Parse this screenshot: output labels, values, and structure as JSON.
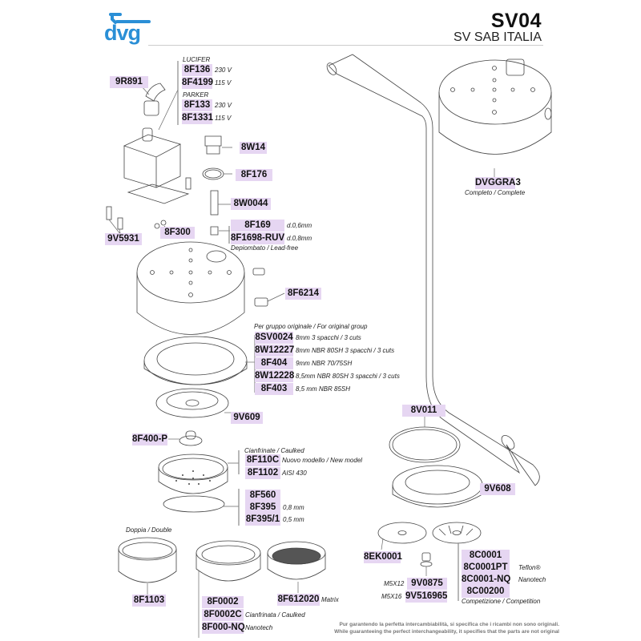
{
  "header": {
    "brand": "dvg",
    "brand_color": "#2a8fd6",
    "model": "SV04",
    "manufacturer": "SV SAB ITALIA"
  },
  "valve_group": {
    "lucifer_label": "LUCIFER",
    "parker_label": "PARKER",
    "items": [
      {
        "code": "8F136",
        "note": "230 V"
      },
      {
        "code": "8F4199",
        "note": "115 V"
      },
      {
        "code": "8F133",
        "note": "230 V"
      },
      {
        "code": "8F1331",
        "note": "115 V"
      }
    ]
  },
  "parts": {
    "p9R891": "9R891",
    "p8W14": "8W14",
    "p8F176": "8F176",
    "p8W0044": "8W0044",
    "p8F169": {
      "code": "8F169",
      "note": "d.0,6mm"
    },
    "p8F1698": {
      "code": "8F1698-RUV",
      "note": "d.0,8mm"
    },
    "lead_free_note": "Depiombato / Lead-free",
    "p9V5931": "9V5931",
    "p8F300": "8F300",
    "p8F6214": "8F6214",
    "p9V609": "9V609",
    "p8F400P": "8F400-P",
    "dvggra3": {
      "code": "DVGGRA3",
      "note": "Completo / Complete"
    },
    "p8V011": "8V011",
    "p9V608": "9V608",
    "p8EK0001": "8EK0001",
    "p8F1103": "8F1103",
    "p8F612020": {
      "code": "8F612020",
      "note": "Matrix"
    }
  },
  "gaskets": {
    "heading": "Per gruppo originale / For original group",
    "items": [
      {
        "code": "8SV0024",
        "note": "8mm 3 spacchi / 3 cuts"
      },
      {
        "code": "8W12227",
        "note": "8mm NBR 80SH 3 spacchi / 3 cuts"
      },
      {
        "code": "8F404",
        "note": "9mm NBR 70/75SH"
      },
      {
        "code": "8W12228",
        "note": "8,5mm NBR 80SH 3 spacchi / 3 cuts"
      },
      {
        "code": "8F403",
        "note": "8,5 mm NBR 85SH"
      }
    ]
  },
  "shower": {
    "heading": "Cianfrinate / Caulked",
    "items": [
      {
        "code": "8F110C",
        "note": "Nuovo modello / New model"
      },
      {
        "code": "8F1102",
        "note": "AISI 430"
      }
    ]
  },
  "seals": {
    "items": [
      {
        "code": "8F560",
        "note": ""
      },
      {
        "code": "8F395",
        "note": "0,8 mm"
      },
      {
        "code": "8F395/1",
        "note": "0,5 mm"
      }
    ]
  },
  "double_label": "Doppia / Double",
  "filters": {
    "items": [
      {
        "code": "8F0002",
        "note": ""
      },
      {
        "code": "8F0002C",
        "note": "Cianfrinata / Caulked"
      },
      {
        "code": "8F000-NQ",
        "note": "Nanotech"
      }
    ]
  },
  "screws": {
    "items": [
      {
        "code": "9V0875",
        "size": "M5X12"
      },
      {
        "code": "9V516965",
        "size": "M5X16"
      }
    ]
  },
  "screens": {
    "items": [
      {
        "code": "8C0001",
        "note": ""
      },
      {
        "code": "8C0001PT",
        "note": "Teflon®"
      },
      {
        "code": "8C0001-NQ",
        "note": "Nanotech"
      },
      {
        "code": "8C00200",
        "note": ""
      }
    ],
    "footnote": "Competizione / Competition"
  },
  "footer": {
    "line1": "Pur garantendo la perfetta intercambiabilità, si specifica che i ricambi non sono originali.",
    "line2": "While guaranteeing the perfect interchangeability, it specifies that the parts are not original"
  }
}
